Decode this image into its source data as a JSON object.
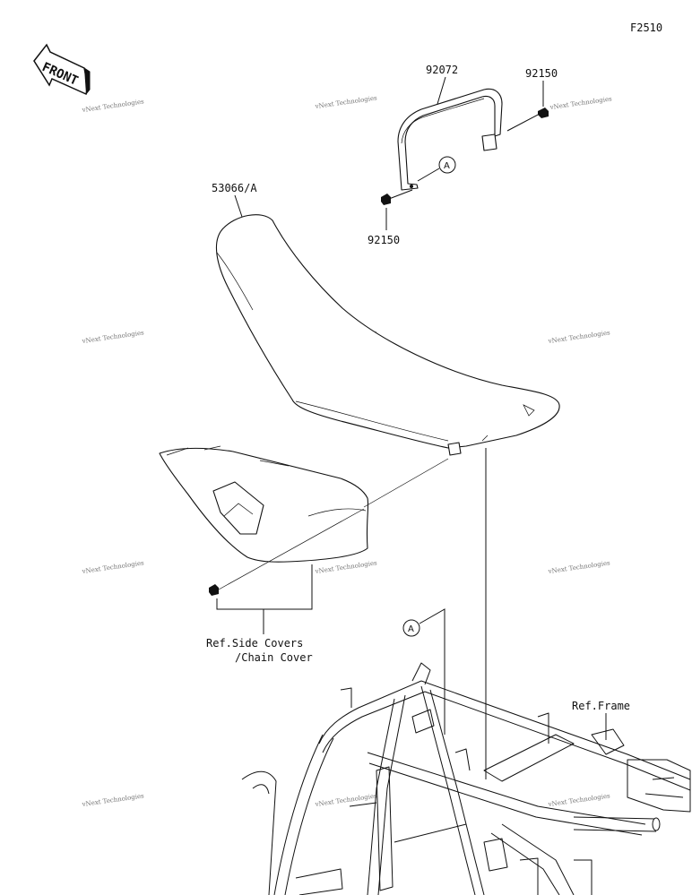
{
  "figure_code": "F2510",
  "front_badge": "FRONT",
  "watermark": "vNext Technologies",
  "callouts": {
    "a_marker": "A",
    "a_marker_lower": "A"
  },
  "labels": {
    "grab_bar": "92072",
    "bolt_upper_right": "92150",
    "bolt_left": "92150",
    "seat": "53066/A",
    "ref_side_covers_line1": "Ref.Side Covers",
    "ref_side_covers_line2": "/Chain Cover",
    "ref_frame": "Ref.Frame"
  }
}
